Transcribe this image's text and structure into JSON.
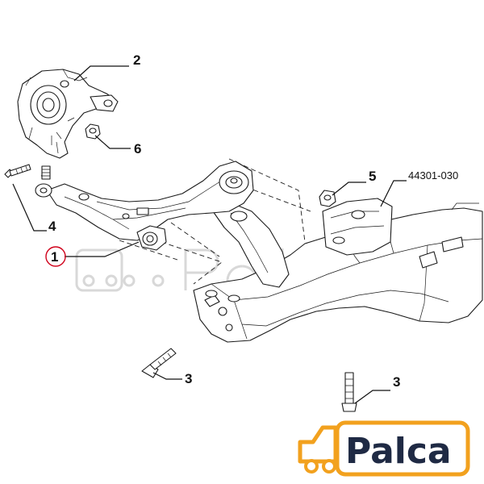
{
  "callouts": [
    {
      "id": "1",
      "label": "1"
    },
    {
      "id": "2",
      "label": "2"
    },
    {
      "id": "3a",
      "label": "3"
    },
    {
      "id": "3b",
      "label": "3"
    },
    {
      "id": "4",
      "label": "4"
    },
    {
      "id": "5",
      "label": "5"
    },
    {
      "id": "6",
      "label": "6"
    }
  ],
  "part_number": "44301-030",
  "brand": {
    "name": "Palca",
    "colors": {
      "text": "#1f2a44",
      "accent": "#f2a11e"
    },
    "icon": "car-icon"
  },
  "highlight_color": "#d0021b"
}
